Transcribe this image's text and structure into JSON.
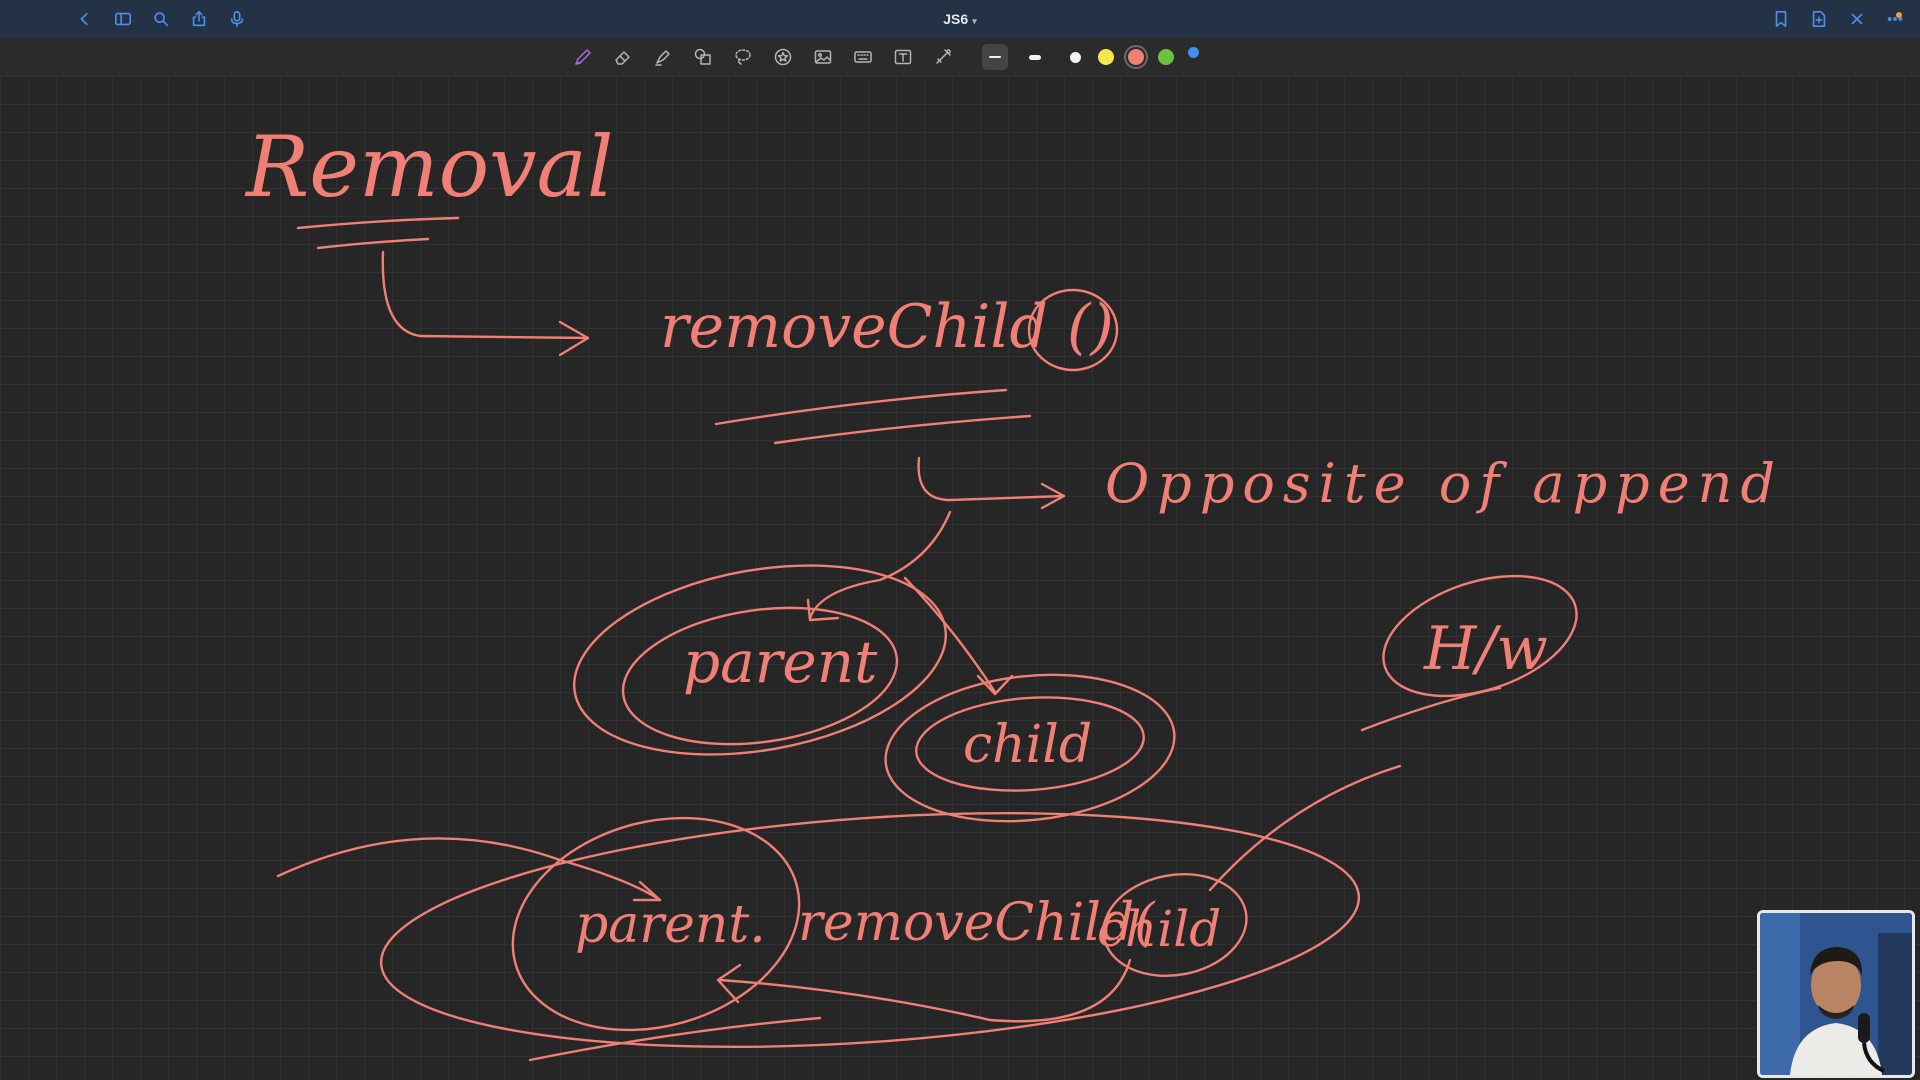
{
  "window": {
    "title": "JS6",
    "title_caret": "▾"
  },
  "titlebar": {
    "left_icons": [
      "back-chevron-icon",
      "sidebar-toggle-icon",
      "search-icon",
      "share-icon",
      "microphone-icon"
    ],
    "right_icons": [
      "bookmark-icon",
      "new-page-icon",
      "close-icon",
      "more-icon"
    ]
  },
  "toolbar": {
    "tools": [
      {
        "name": "pen-tool",
        "icon": "pen-icon",
        "active": true
      },
      {
        "name": "eraser-tool",
        "icon": "eraser-icon",
        "active": false
      },
      {
        "name": "highlighter-tool",
        "icon": "highlighter-icon",
        "active": false
      },
      {
        "name": "shapes-tool",
        "icon": "shapes-icon",
        "active": false
      },
      {
        "name": "lasso-tool",
        "icon": "lasso-icon",
        "active": false
      },
      {
        "name": "sticker-tool",
        "icon": "sticker-icon",
        "active": false
      },
      {
        "name": "image-tool",
        "icon": "image-icon",
        "active": false
      },
      {
        "name": "keyboard-tool",
        "icon": "keyboard-icon",
        "active": false
      },
      {
        "name": "text-tool",
        "icon": "text-box-icon",
        "active": false
      },
      {
        "name": "laser-pointer-tool",
        "icon": "laser-pointer-icon",
        "active": false
      }
    ],
    "stroke_widths": [
      "thin",
      "medium",
      "thick"
    ],
    "selected_stroke": "thin",
    "colors": [
      "#ffffff",
      "#f5e94a",
      "#f07f76",
      "#6cc040",
      "#3f8ef0"
    ],
    "selected_color": "#f07f76"
  },
  "canvas": {
    "ink_color": "#f07f76",
    "notes": {
      "heading": "Removal",
      "method": "removeChild ()",
      "description": "Opposite of append",
      "parent_label": "parent",
      "child_label": "child",
      "homework": "H/w",
      "syntax_parent": "parent.",
      "syntax_method": "removeChild(",
      "syntax_child": "child"
    }
  },
  "webcam": {
    "label": "presenter-webcam"
  }
}
